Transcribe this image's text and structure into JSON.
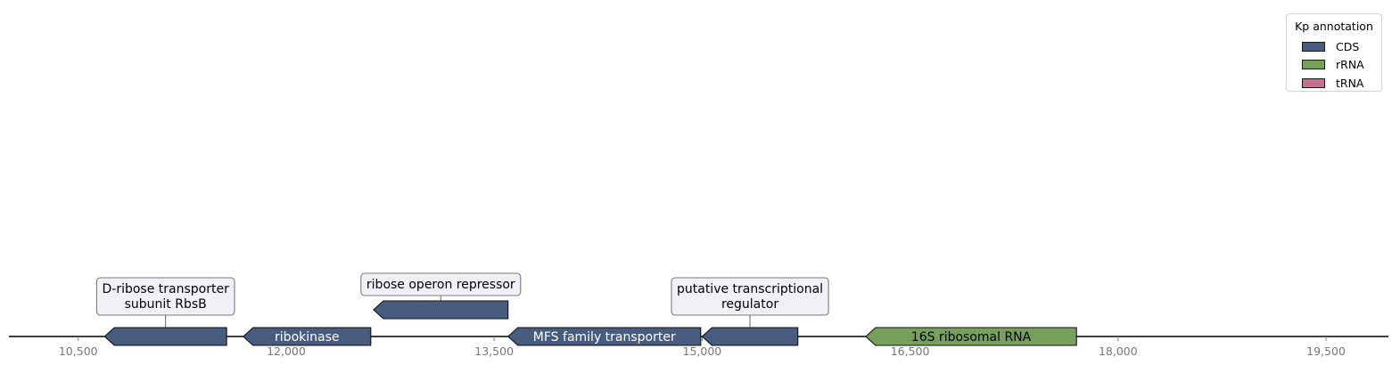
{
  "legend": {
    "title": "Kp annotation",
    "items": [
      {
        "label": "CDS",
        "color": "#485c80"
      },
      {
        "label": "rRNA",
        "color": "#76a05c"
      },
      {
        "label": "tRNA",
        "color": "#c47191"
      }
    ]
  },
  "axis": {
    "range": [
      10000,
      19950
    ],
    "ticks": [
      {
        "value": 10500,
        "label": "10,500"
      },
      {
        "value": 12000,
        "label": "12,000"
      },
      {
        "value": 13500,
        "label": "13,500"
      },
      {
        "value": 15000,
        "label": "15,000"
      },
      {
        "value": 16500,
        "label": "16,500"
      },
      {
        "value": 18000,
        "label": "18,000"
      },
      {
        "value": 19500,
        "label": "19,500"
      }
    ]
  },
  "features": [
    {
      "id": "rbsb",
      "start": 10690,
      "end": 11570,
      "strand": -1,
      "type": "CDS",
      "color": "#485c80",
      "label": "D-ribose transporter\nsubunit RbsB",
      "label_mode": "box",
      "level": 0
    },
    {
      "id": "rbsk",
      "start": 11690,
      "end": 12610,
      "strand": -1,
      "type": "CDS",
      "color": "#485c80",
      "label": "ribokinase",
      "label_mode": "inline",
      "level": 0
    },
    {
      "id": "rbsr",
      "start": 12630,
      "end": 13600,
      "strand": -1,
      "type": "CDS",
      "color": "#485c80",
      "label": "ribose operon repressor",
      "label_mode": "box",
      "level": 1
    },
    {
      "id": "mfs",
      "start": 13600,
      "end": 14990,
      "strand": -1,
      "type": "CDS",
      "color": "#485c80",
      "label": "MFS family transporter",
      "label_mode": "inline",
      "level": 0
    },
    {
      "id": "regulator",
      "start": 15000,
      "end": 15690,
      "strand": -1,
      "type": "CDS",
      "color": "#485c80",
      "label": "putative transcriptional\nregulator",
      "label_mode": "box",
      "level": 0
    },
    {
      "id": "rrna16s",
      "start": 16180,
      "end": 17700,
      "strand": -1,
      "type": "rRNA",
      "color": "#76a05c",
      "label": "16S ribosomal RNA",
      "label_mode": "inline",
      "level": 0
    }
  ]
}
